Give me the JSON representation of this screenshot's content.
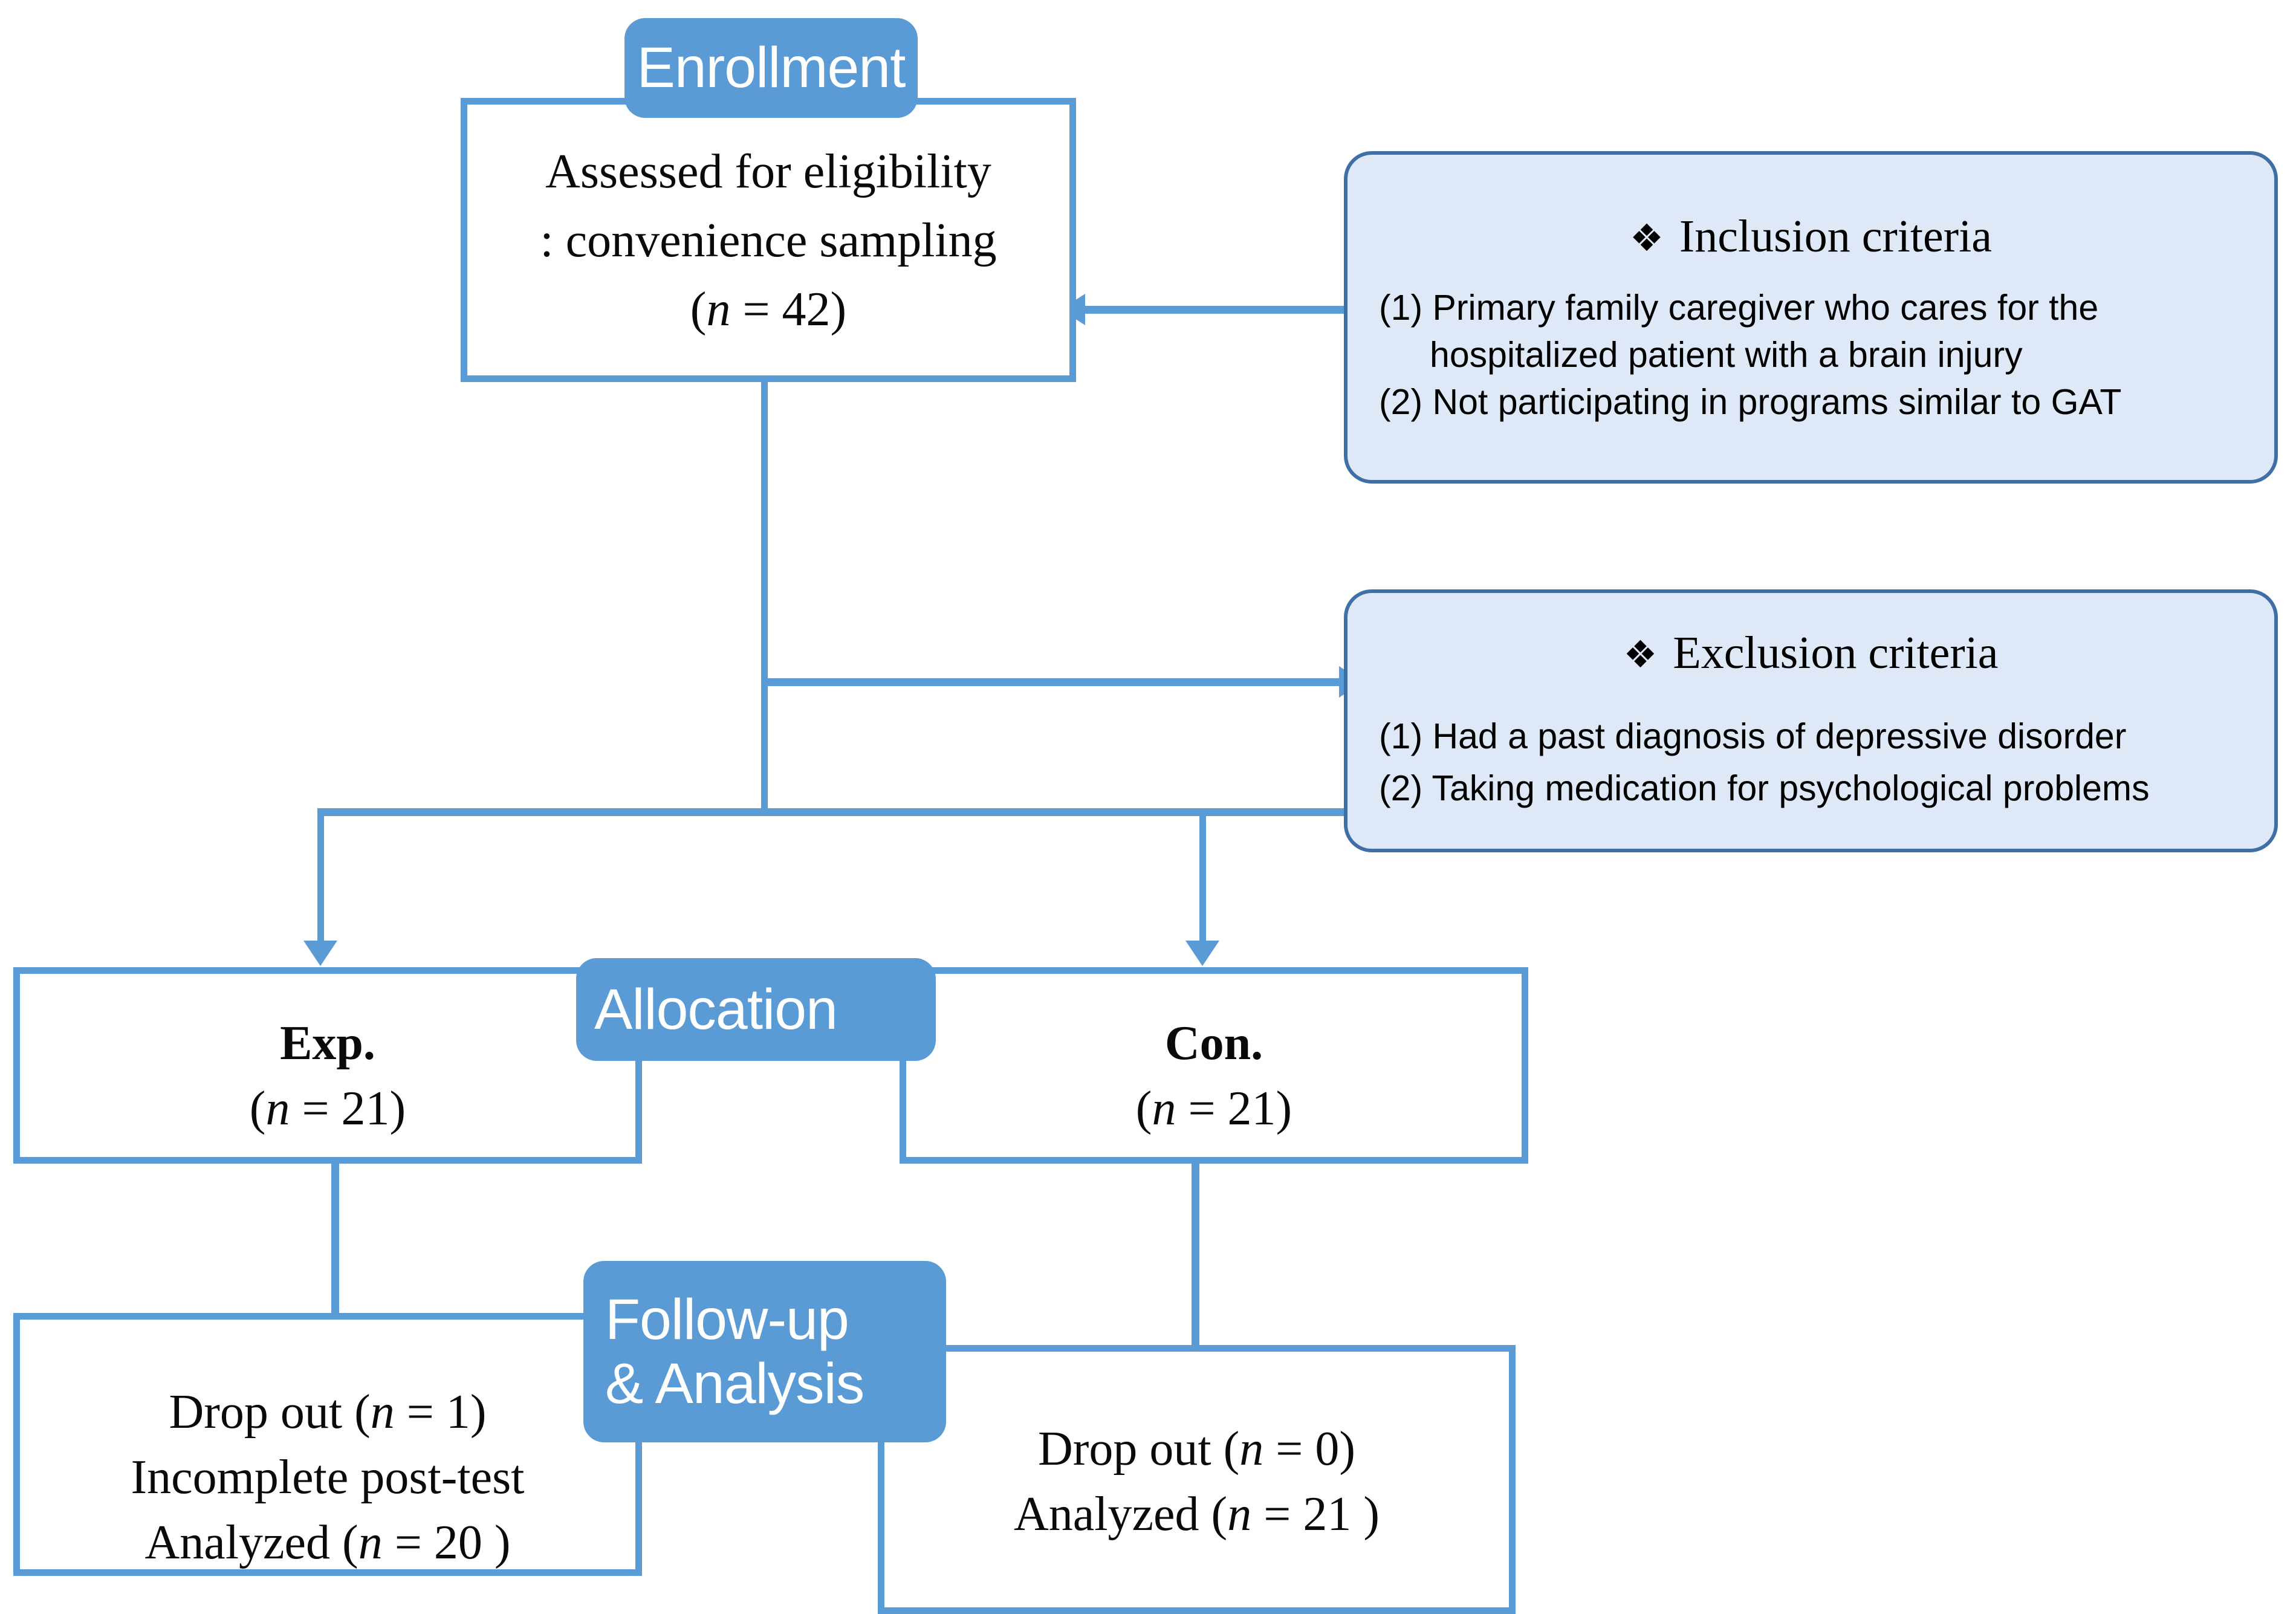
{
  "diagram": {
    "type": "consort-participant-flow",
    "accent_color": "#5B9BD5",
    "panel_fill_color": "#DEE8F7",
    "panel_border_color": "#3F6FA5",
    "text_color": "#000000"
  },
  "stages": {
    "enrollment": {
      "label": "Enrollment"
    },
    "allocation": {
      "label": "Allocation"
    },
    "followup": {
      "label_line1": "Follow-up",
      "label_line2": "& Analysis"
    }
  },
  "enrollment_box": {
    "line1": "Assessed for eligibility",
    "line2": ": convenience sampling",
    "line3_prefix": "(",
    "line3_n": "n",
    "line3_value": " = 42)"
  },
  "inclusion": {
    "bullet": "❖",
    "title": "Inclusion criteria",
    "items": [
      {
        "number": "(1)",
        "text": "Primary  family caregiver who cares for the",
        "cont": "hospitalized patient with a brain injury"
      },
      {
        "number": "(2)",
        "text": "Not participating in programs  similar to  GAT",
        "cont": ""
      }
    ]
  },
  "exclusion": {
    "bullet": "❖",
    "title": "Exclusion criteria",
    "items": [
      {
        "number": "(1)",
        "text": "Had a past diagnosis of depressive disorder",
        "cont": ""
      },
      {
        "number": "(2)",
        "text": "Taking medication for  psychological  problems",
        "cont": ""
      }
    ]
  },
  "allocation_groups": {
    "experimental": {
      "label": "Exp.",
      "n_prefix": "(",
      "n_var": "n",
      "n_value": " = 21)"
    },
    "control": {
      "label": "Con.",
      "n_prefix": "(",
      "n_var": "n",
      "n_value": " = 21)"
    }
  },
  "followup_results": {
    "experimental": {
      "line1_prefix": "Drop out (",
      "line1_var": "n",
      "line1_value": " = 1)",
      "line2": "Incomplete post-test",
      "line3_prefix": "Analyzed (",
      "line3_var": "n",
      "line3_value": " = 20 )"
    },
    "control": {
      "line1_prefix": "Drop out (",
      "line1_var": "n",
      "line1_value": " = 0)",
      "line2_prefix": "Analyzed (",
      "line2_var": "n",
      "line2_value": " = 21 )"
    }
  },
  "connectors": {
    "inclusion_arrow_direction": "left",
    "exclusion_arrow_direction": "right",
    "allocation_split": "two-way"
  }
}
